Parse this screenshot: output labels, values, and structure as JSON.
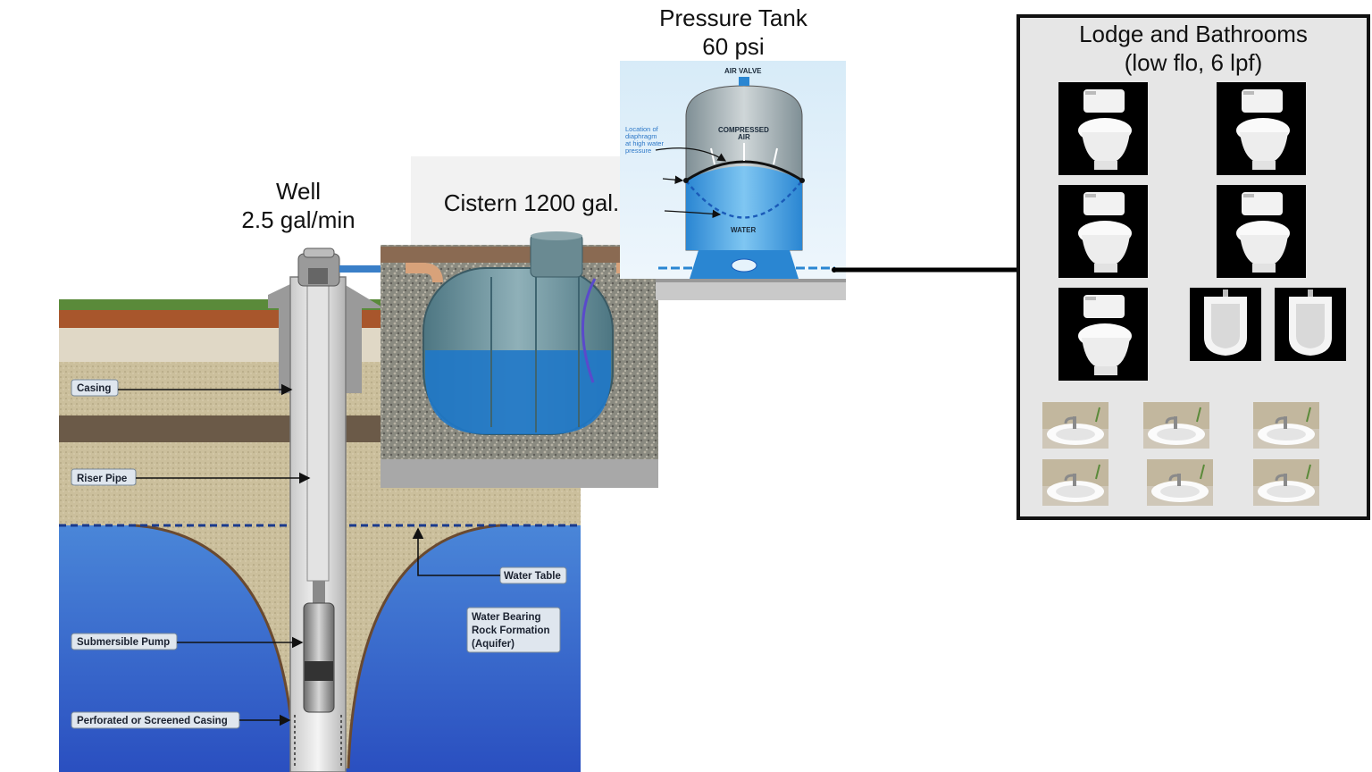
{
  "titles": {
    "pressure_tank": [
      "Pressure Tank",
      "60 psi"
    ],
    "well": [
      "Well",
      "2.5 gal/min"
    ],
    "cistern": "Cistern 1200 gal.",
    "lodge": [
      "Lodge and Bathrooms",
      "(low flo, 6 lpf)"
    ]
  },
  "well_callouts": {
    "casing": "Casing",
    "riser_pipe": "Riser Pipe",
    "water_table": "Water Table",
    "submersible_pump": "Submersible Pump",
    "aquifer": [
      "Water Bearing",
      "Rock Formation",
      "(Aquifer)"
    ],
    "perforated_casing": "Perforated or Screened Casing"
  },
  "tank_labels": {
    "air_valve": "AIR VALVE",
    "compressed_air": [
      "COMPRESSED",
      "AIR"
    ],
    "water": "WATER",
    "diaphragm_note": [
      "Location of",
      "diaphragm",
      "at high water",
      "pressure"
    ]
  },
  "fixtures": {
    "toilets": 5,
    "urinals": 2,
    "sinks": 6
  },
  "colors": {
    "water_blue": "#2f6fd0",
    "tank_blue": "#3aa2e6",
    "cistern_tank": "#5f8c96",
    "pipe_line": "#000000",
    "lodge_bg": "#e6e6e6"
  }
}
